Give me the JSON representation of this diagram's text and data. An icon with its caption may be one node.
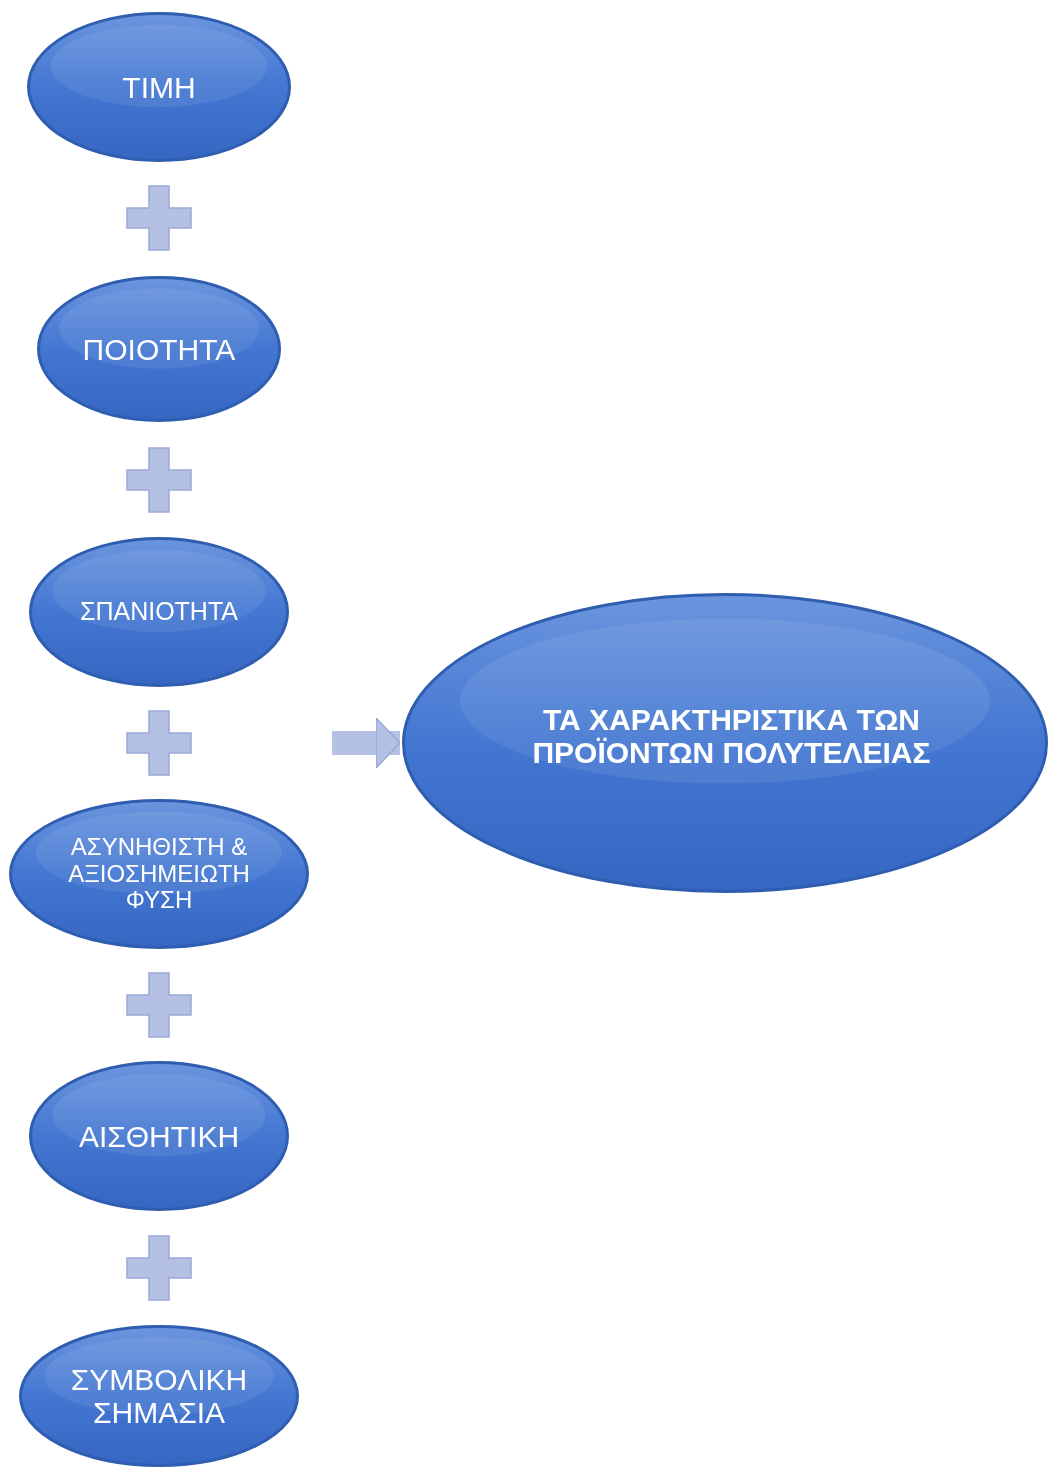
{
  "diagram": {
    "nodes": [
      {
        "text": [
          "ΤΙΜΗ"
        ]
      },
      {
        "text": [
          "ΠΟΙΟΤΗΤΑ"
        ]
      },
      {
        "text": [
          "ΣΠΑΝΙΟΤΗΤΑ"
        ]
      },
      {
        "text": [
          "ΑΣΥΝΗΘΙΣΤΗ & ΑΞΙΟΣΗΜΕΙΩΤΗ ΦΥΣΗ"
        ]
      },
      {
        "text": [
          "ΑΙΣΘΗΤΙΚΗ"
        ]
      },
      {
        "text": [
          "ΣΥΜΒΟΛΙΚΗ ΣΗΜΑΣΙΑ"
        ]
      },
      {
        "text": [
          "ΤΑ ΧΑΡΑΚΤΗΡΙΣΤΙΚΑ ΤΩΝ ΠΡΟΪΟΝΤΩΝ ΠΟΛΥΤΕΛΕΙΑΣ"
        ]
      }
    ],
    "edges": [
      {
        "from": null,
        "to": 6,
        "arrow": "to"
      }
    ]
  }
}
